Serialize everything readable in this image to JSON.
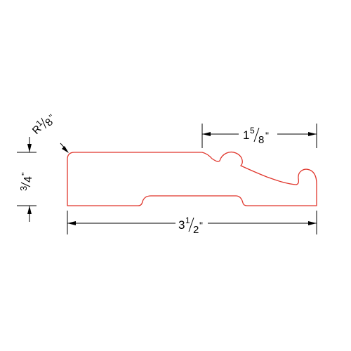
{
  "drawing": {
    "profile_color": "#e0352b",
    "dimension_color": "#000000",
    "dimensions": {
      "overall_width": {
        "whole": "3",
        "num": "1",
        "den": "2",
        "unit": "\""
      },
      "top_width": {
        "whole": "1",
        "num": "5",
        "den": "8",
        "unit": "\""
      },
      "thickness": {
        "num": "3",
        "den": "4",
        "unit": "\""
      },
      "radius": {
        "prefix": "R",
        "num": "1",
        "den": "8",
        "unit": "\""
      }
    }
  }
}
